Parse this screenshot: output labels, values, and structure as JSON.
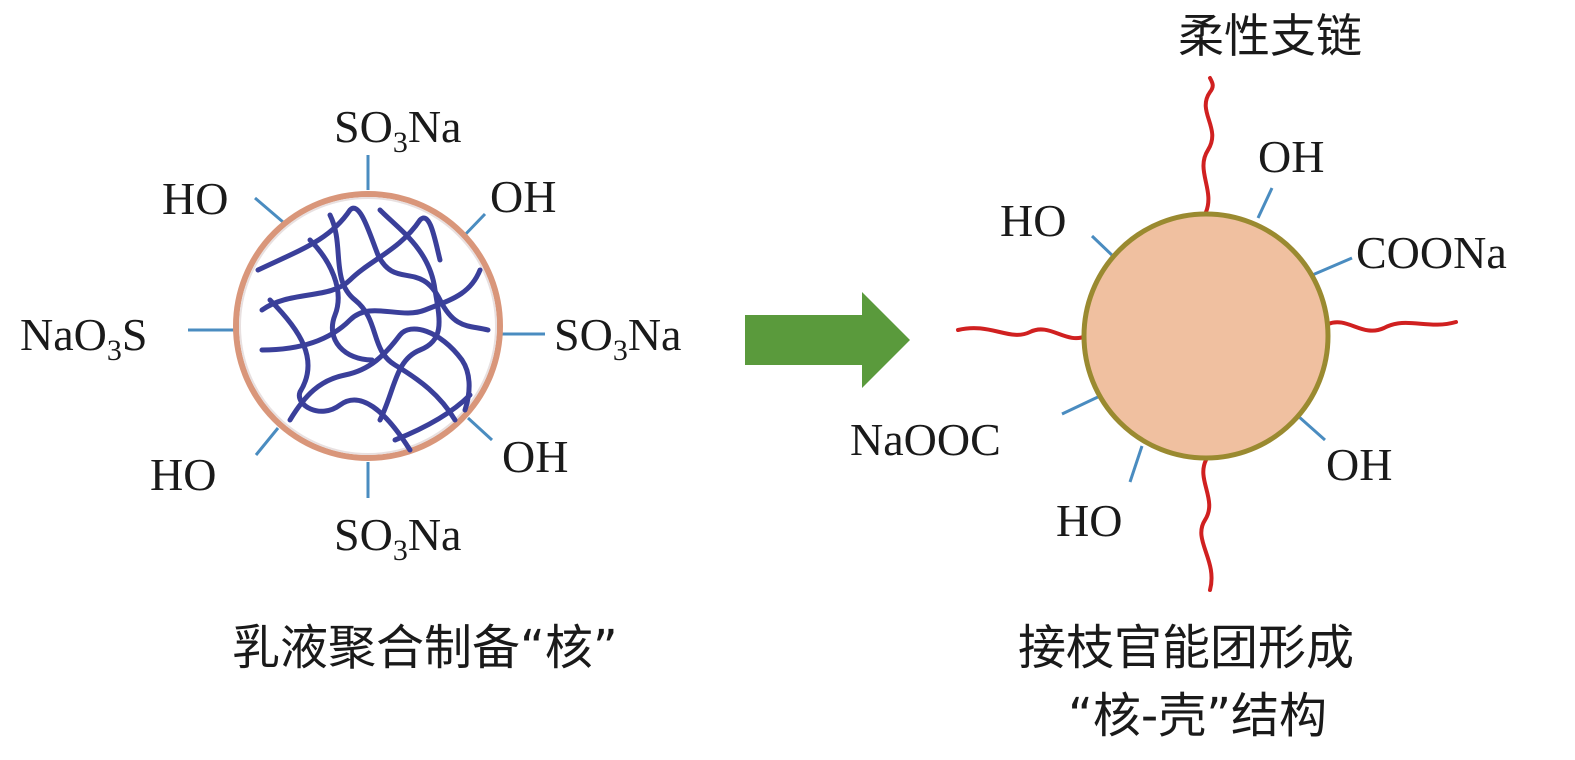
{
  "left": {
    "caption": "乳液聚合制备“核”",
    "label_top": {
      "main": "SO",
      "sub": "3",
      "tail": "Na"
    },
    "label_bottom": {
      "main": "SO",
      "sub": "3",
      "tail": "Na"
    },
    "label_right": {
      "main": "SO",
      "sub": "3",
      "tail": "Na"
    },
    "label_left": {
      "main": "NaO",
      "sub": "3",
      "tail": "S"
    },
    "label_ho_upper": "HO",
    "label_oh_upper": "OH",
    "label_ho_lower": "HO",
    "label_oh_lower": "OH"
  },
  "right": {
    "caption_line1": "接枝官能团形成",
    "caption_line2": "“核-壳”结构",
    "top_label": "柔性支链",
    "label_oh_top": "OH",
    "label_ho_left": "HO",
    "label_coona": "COONa",
    "label_naooc": "NaOOC",
    "label_oh_bottom": "OH",
    "label_ho_bottom": "HO"
  },
  "colors": {
    "core_ring": "#d9967a",
    "polymer_chain": "#3a3f9a",
    "bond_line": "#4a8cc0",
    "arrow": "#5a9a3c",
    "shell_fill": "#f0c0a0",
    "shell_border": "#9a8a30",
    "branch": "#d02020"
  }
}
